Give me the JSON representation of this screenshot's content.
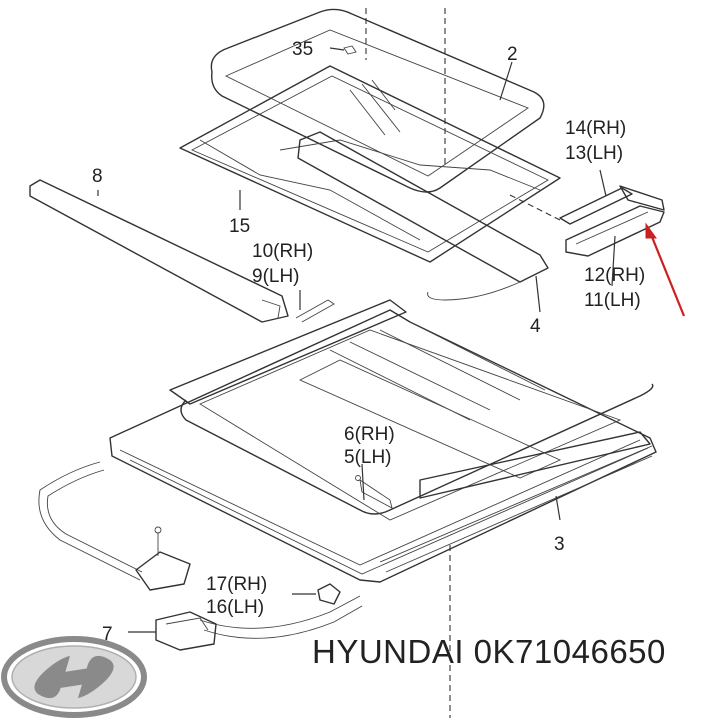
{
  "callouts": {
    "c35": "35",
    "c2": "2",
    "c14": "14(RH)",
    "c13": "13(LH)",
    "c8": "8",
    "c15": "15",
    "c10": "10(RH)",
    "c9": "9(LH)",
    "c12": "12(RH)",
    "c11": "11(LH)",
    "c4": "4",
    "c6": "6(RH)",
    "c5": "5(LH)",
    "c3": "3",
    "c17": "17(RH)",
    "c16": "16(LH)",
    "c7": "7"
  },
  "brand": {
    "text": "HYUNDAI 0K71046650",
    "logo": "hyundai-logo-icon"
  },
  "colors": {
    "arrow": "#cc1f1f",
    "line": "#333333"
  }
}
